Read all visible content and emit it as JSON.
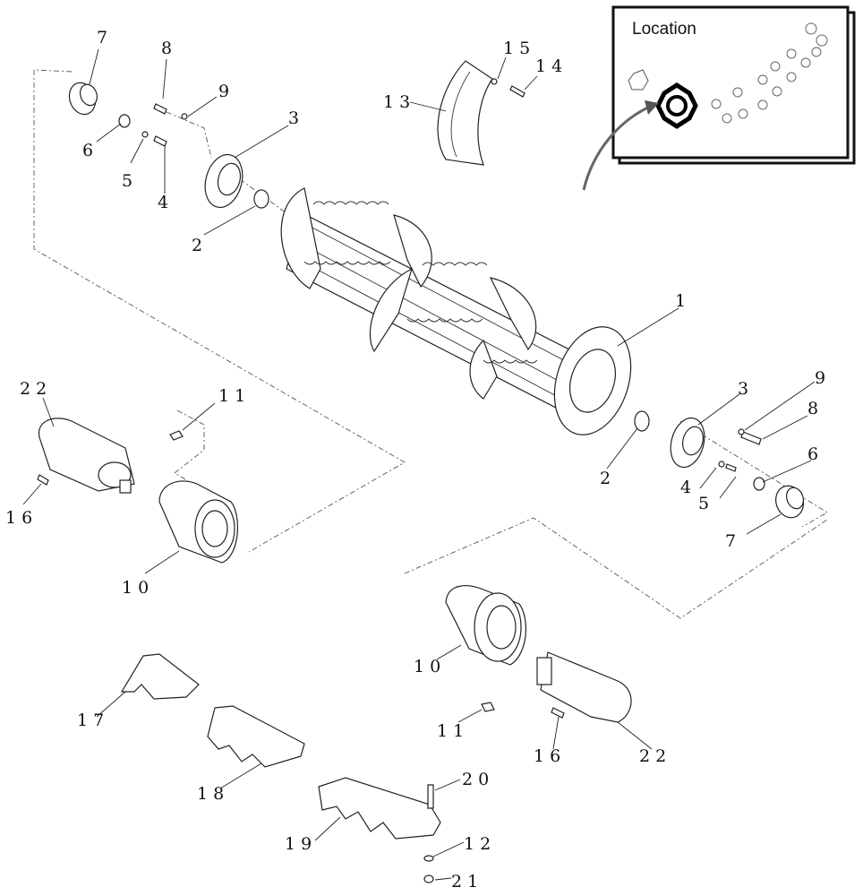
{
  "location_panel": {
    "title": "Location"
  },
  "callouts": {
    "c1": "1",
    "c2a": "2",
    "c2b": "2",
    "c3a": "3",
    "c3b": "3",
    "c4a": "4",
    "c4b": "4",
    "c5a": "5",
    "c5b": "5",
    "c6a": "6",
    "c6b": "6",
    "c7a": "7",
    "c7b": "7",
    "c8a": "8",
    "c8b": "8",
    "c9a": "9",
    "c9b": "9",
    "c10a": "10",
    "c10b": "10",
    "c11a": "11",
    "c11b": "11",
    "c12": "12",
    "c13": "13",
    "c14": "14",
    "c15": "15",
    "c16a": "16",
    "c16b": "16",
    "c17": "17",
    "c18": "18",
    "c19": "19",
    "c20": "20",
    "c21": "21",
    "c22a": "22",
    "c22b": "22"
  }
}
